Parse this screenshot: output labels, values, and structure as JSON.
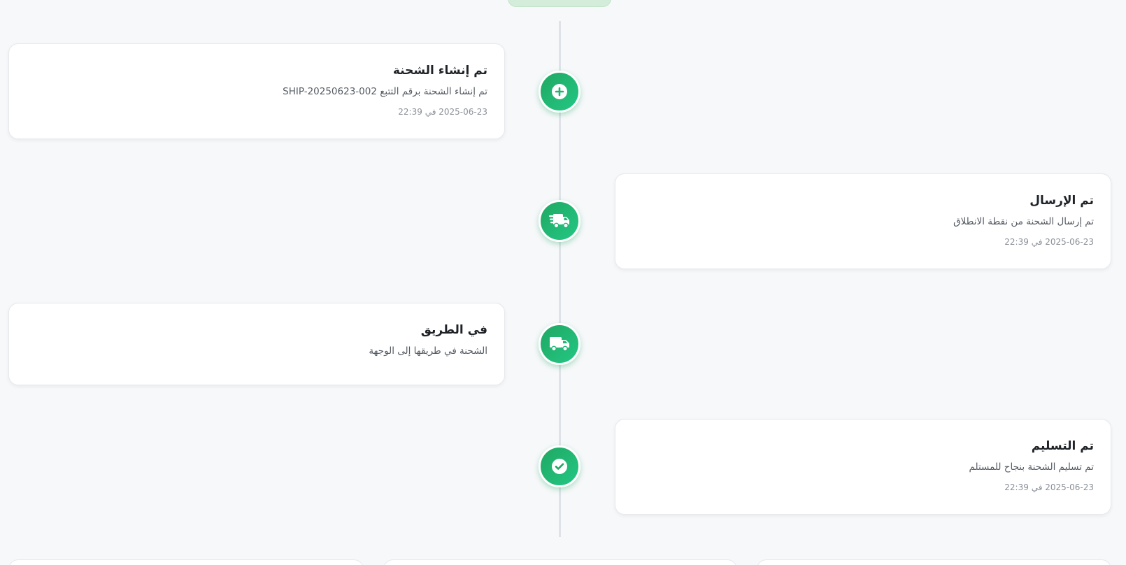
{
  "timeline": {
    "events": [
      {
        "title": "تم إنشاء الشحنة",
        "description": "تم إنشاء الشحنة برقم التتبع SHIP-20250623-002",
        "time": "2025-06-23 في 22:39",
        "icon": "plus-circle-icon"
      },
      {
        "title": "تم الإرسال",
        "description": "تم إرسال الشحنة من نقطة الانطلاق",
        "time": "2025-06-23 في 22:39",
        "icon": "fast-truck-icon"
      },
      {
        "title": "في الطريق",
        "description": "الشحنة في طريقها إلى الوجهة",
        "icon": "truck-icon"
      },
      {
        "title": "تم التسليم",
        "description": "تم تسليم الشحنة بنجاح للمستلم",
        "time": "2025-06-23 في 22:39",
        "icon": "check-circle-icon"
      }
    ]
  },
  "colors": {
    "accent": "#23c784",
    "accent_dark": "#1fa862",
    "background": "#f7f8fa",
    "card": "#ffffff"
  }
}
